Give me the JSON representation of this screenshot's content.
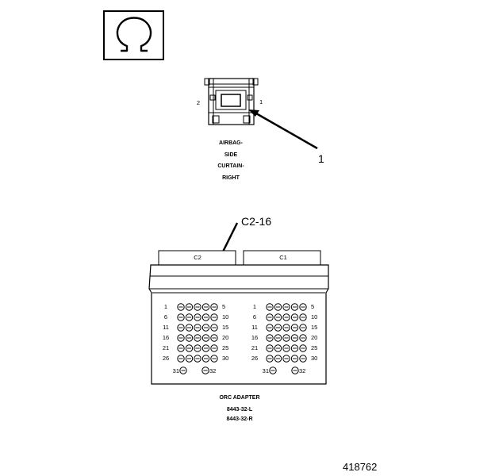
{
  "symbol": {
    "icon": "ohm-icon",
    "glyph": "Ω"
  },
  "connector": {
    "pin_left": "2",
    "pin_right": "1",
    "label_lines": [
      "AIRBAG-",
      "SIDE",
      "CURTAIN-",
      "RIGHT"
    ]
  },
  "callouts": {
    "c1_number": "1",
    "c2_pin": "C2-16"
  },
  "adapter": {
    "c2_label": "C2",
    "c1_label": "C1",
    "c2_rows": [
      [
        "1",
        "5"
      ],
      [
        "6",
        "10"
      ],
      [
        "11",
        "15"
      ],
      [
        "16",
        "20"
      ],
      [
        "21",
        "25"
      ],
      [
        "26",
        "30"
      ]
    ],
    "c1_rows": [
      [
        "1",
        "5"
      ],
      [
        "6",
        "10"
      ],
      [
        "11",
        "15"
      ],
      [
        "16",
        "20"
      ],
      [
        "21",
        "25"
      ],
      [
        "26",
        "30"
      ]
    ],
    "c2_bottom": [
      "31",
      "32"
    ],
    "c1_bottom": [
      "31",
      "32"
    ],
    "title": "ORC ADAPTER",
    "part_numbers": [
      "8443-32-L",
      "8443-32-R"
    ]
  },
  "figure_number": "418762"
}
